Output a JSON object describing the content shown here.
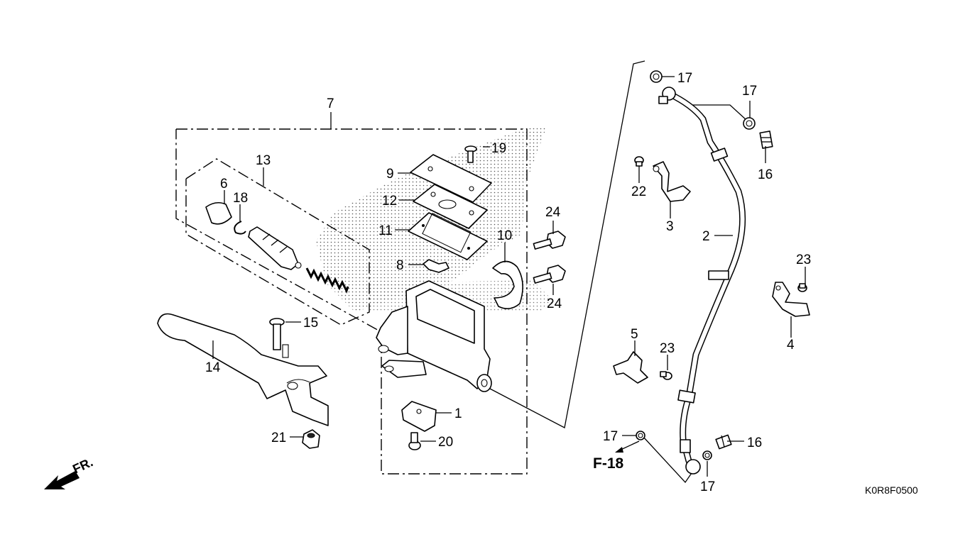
{
  "diagram": {
    "drawing_code": "K0R8F0500",
    "direction_label": "FR.",
    "section_ref": "F-18",
    "callouts": {
      "c1": "1",
      "c2": "2",
      "c3": "3",
      "c4": "4",
      "c5": "5",
      "c6": "6",
      "c7": "7",
      "c8": "8",
      "c9": "9",
      "c10": "10",
      "c11": "11",
      "c12": "12",
      "c13": "13",
      "c14": "14",
      "c15": "15",
      "c16a": "16",
      "c16b": "16",
      "c17a": "17",
      "c17b": "17",
      "c17c": "17",
      "c17d": "17",
      "c18": "18",
      "c19": "19",
      "c20": "20",
      "c21": "21",
      "c22": "22",
      "c23a": "23",
      "c23b": "23",
      "c24a": "24",
      "c24b": "24"
    }
  }
}
